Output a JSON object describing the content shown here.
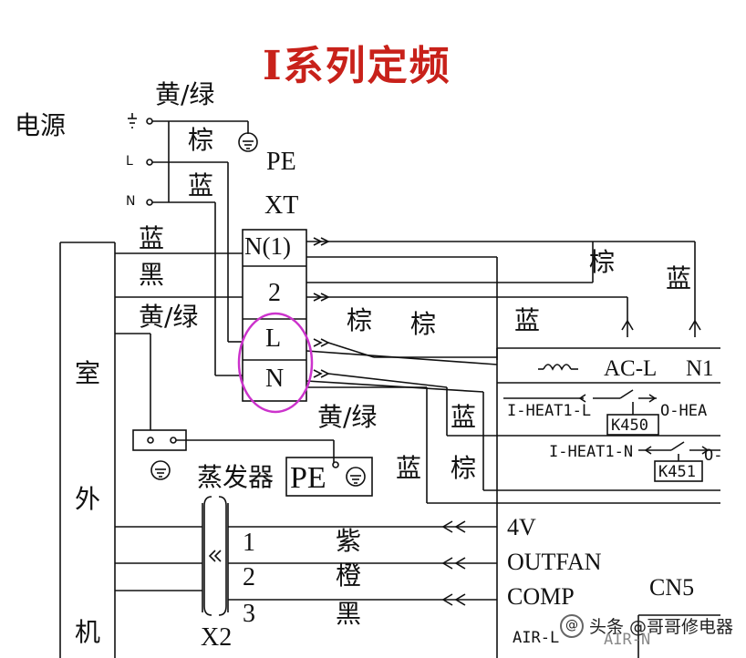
{
  "title": "I系列定频",
  "labels": {
    "power": "电源",
    "yellow_green_top": "黄/绿",
    "brown_top": "棕",
    "blue_top": "蓝",
    "pe_top": "PE",
    "xt": "XT",
    "l_mark": "L",
    "n_mark": "N",
    "blue_left": "蓝",
    "black_left": "黑",
    "yellow_green_left": "黄/绿",
    "outdoor_1": "室",
    "outdoor_2": "外",
    "outdoor_3": "机",
    "brown_mid1": "棕",
    "brown_mid2": "棕",
    "blue_mid": "蓝",
    "brown_right": "棕",
    "blue_right": "蓝",
    "yellow_green_mid": "黄/绿",
    "blue_lower1": "蓝",
    "blue_lower2": "蓝",
    "brown_lower": "棕",
    "evaporator": "蒸发器",
    "pe_box": "PE",
    "x2": "X2",
    "purple": "紫",
    "orange": "橙",
    "black_bottom": "黑",
    "num1": "1",
    "num2": "2",
    "num3": "3"
  },
  "terminals": [
    "N(1)",
    "2",
    "L",
    "N"
  ],
  "connector": {
    "ac_l": "AC-L",
    "n1": "N1",
    "iheat1_l": "I-HEAT1-L",
    "oheat": "O-HEA",
    "k450": "K450",
    "iheat1_n": "I-HEAT1-N",
    "o_partial": "O-",
    "k451": "K451",
    "v4": "4V",
    "outfan": "OUTFAN",
    "comp": "COMP",
    "cn5": "CN5",
    "airl": "AIR-L",
    "airn": "AIR-N"
  },
  "watermark": "头条 @哥哥修电器",
  "colors": {
    "title": "#c8211a",
    "highlight": "#cc33cc",
    "line": "#111111"
  }
}
